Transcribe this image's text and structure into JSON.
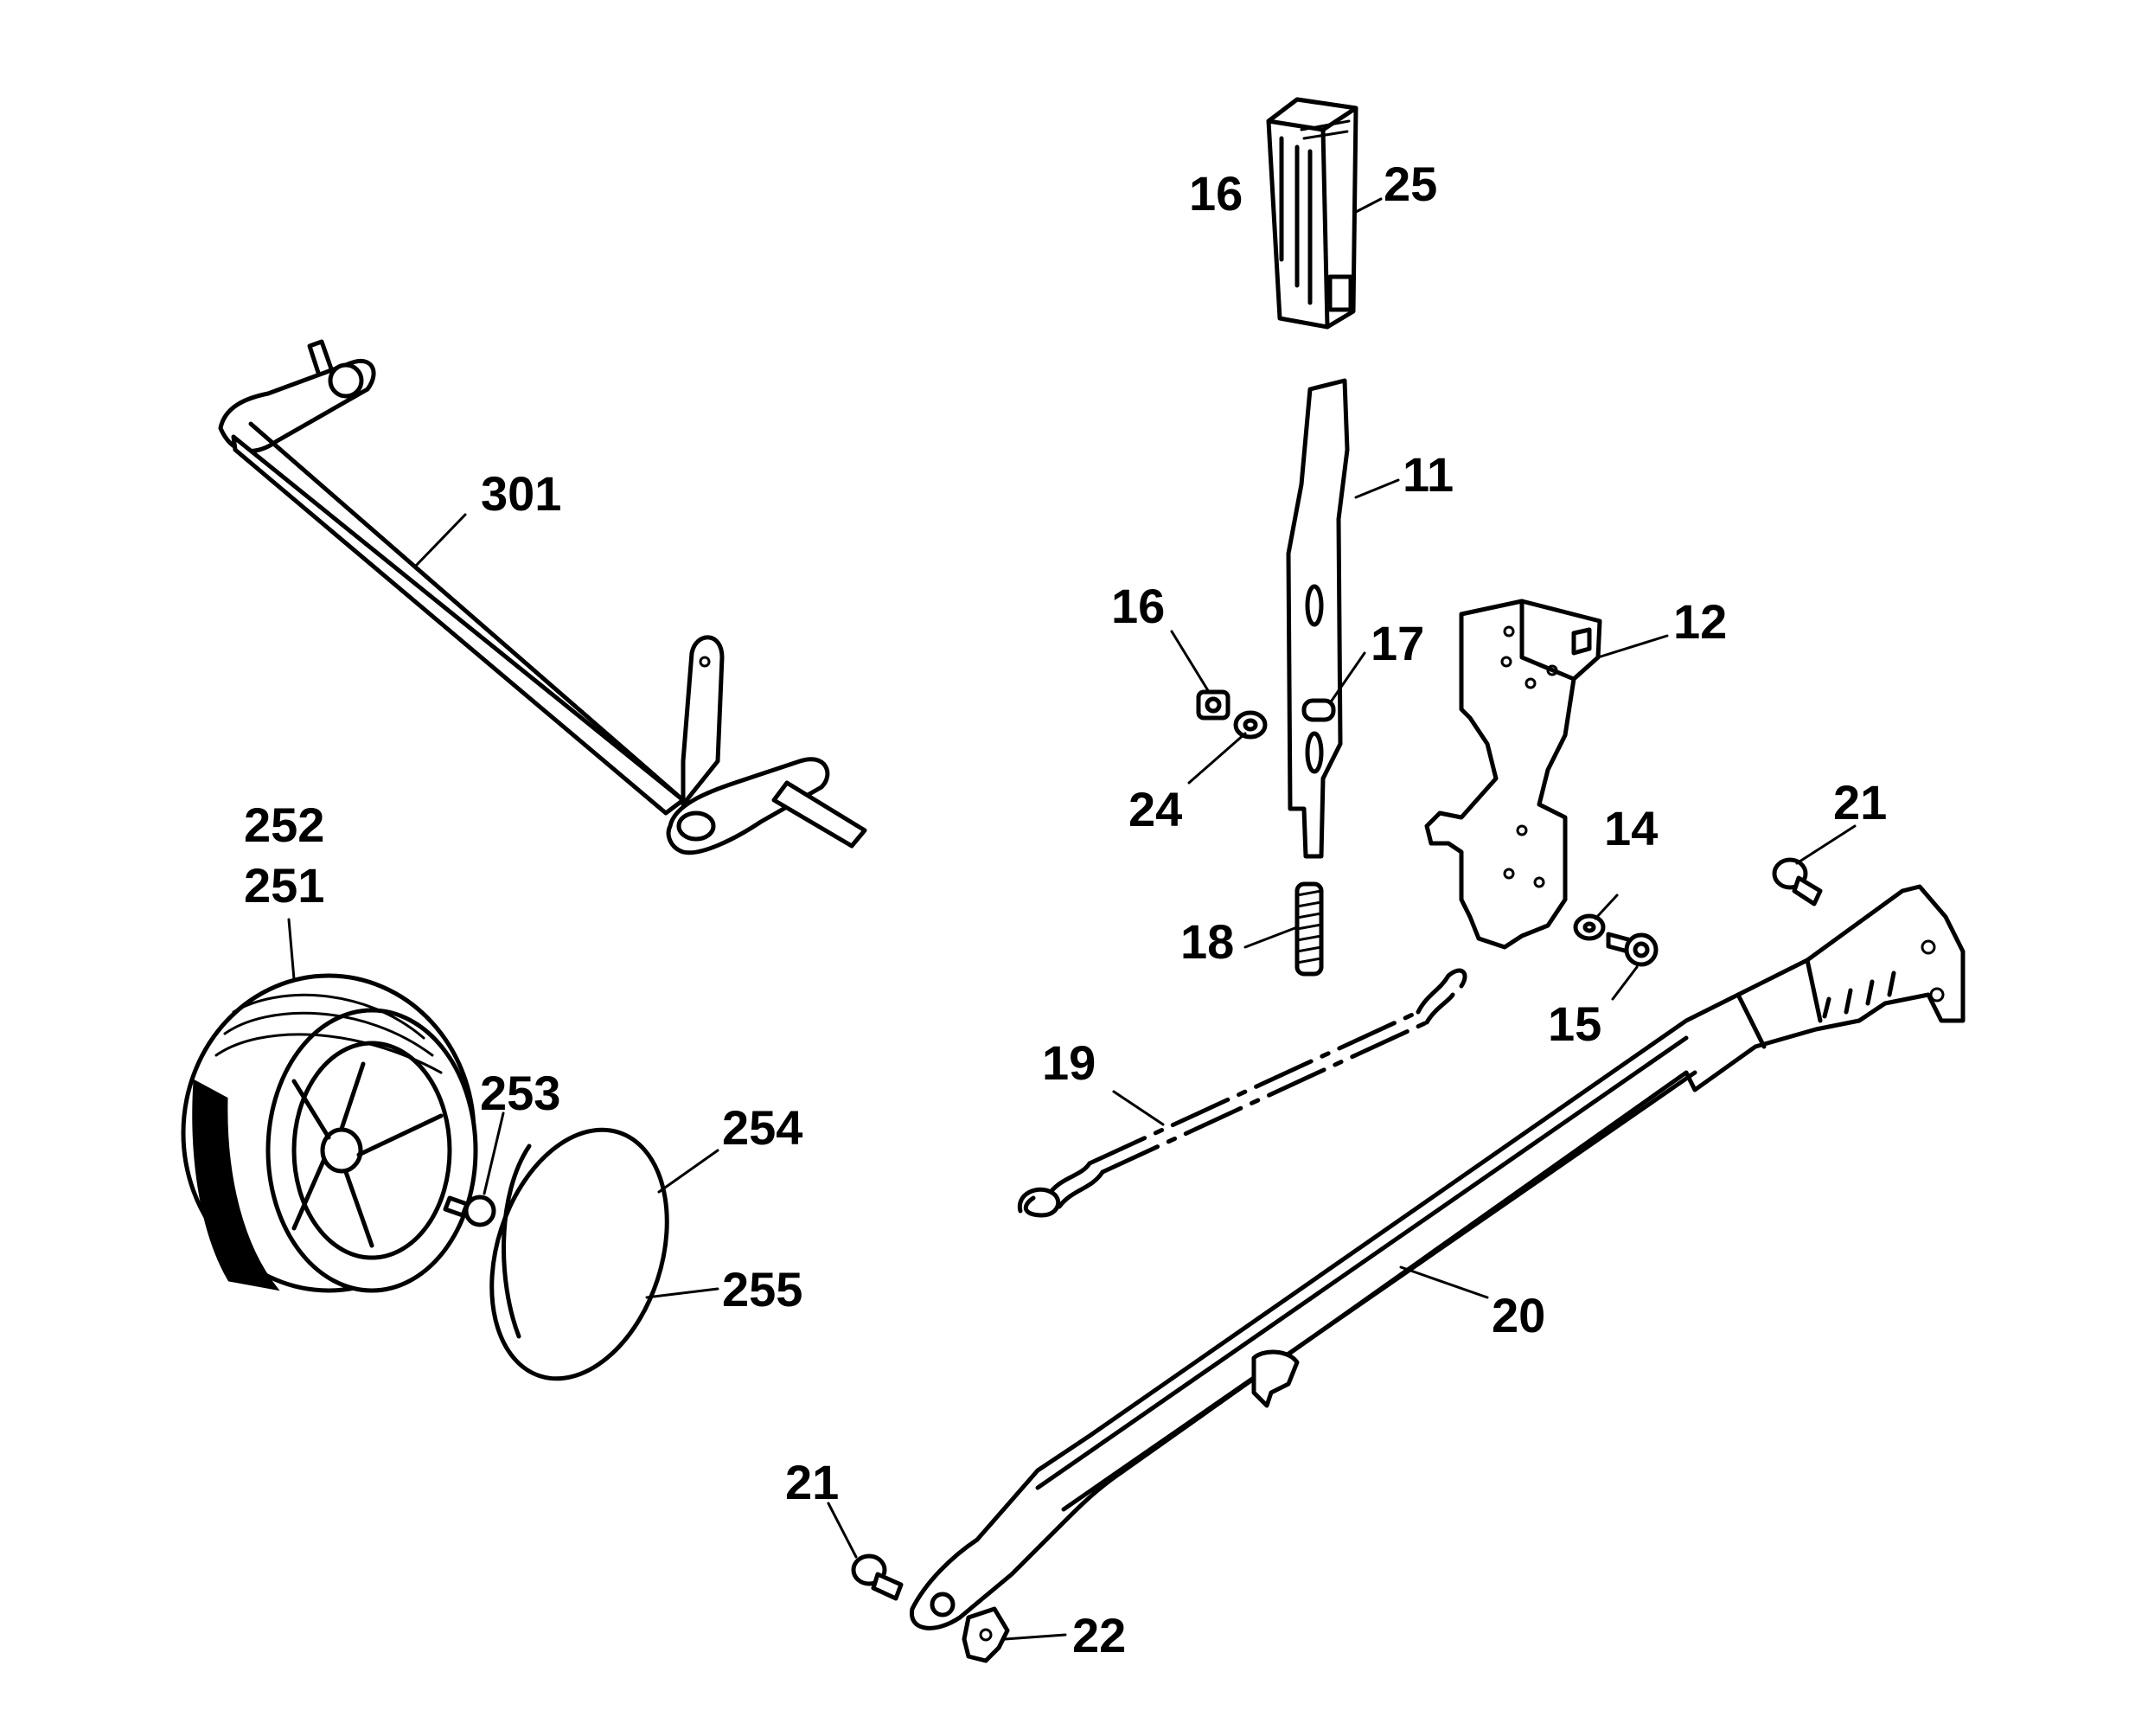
{
  "diagram": {
    "labels": {
      "l16_top": "16",
      "l25": "25",
      "l11": "11",
      "l301": "301",
      "l16_mid": "16",
      "l17": "17",
      "l12": "12",
      "l24": "24",
      "l252": "252",
      "l251": "251",
      "l21_right": "21",
      "l14": "14",
      "l18": "18",
      "l15": "15",
      "l19": "19",
      "l253": "253",
      "l254": "254",
      "l255": "255",
      "l20": "20",
      "l21_left": "21",
      "l22": "22"
    }
  }
}
